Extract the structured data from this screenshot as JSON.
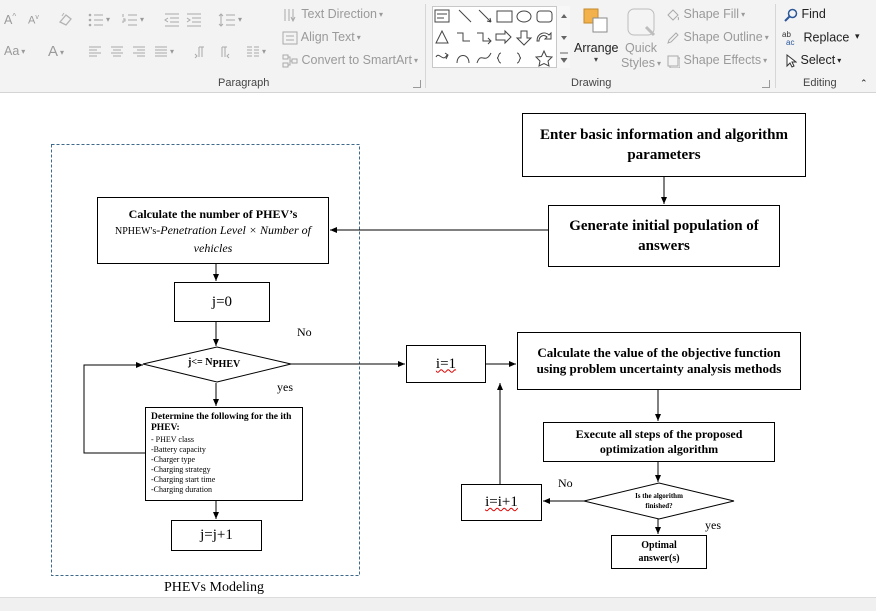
{
  "ribbon": {
    "paragraph": {
      "label": "Paragraph",
      "text_direction": "Text Direction",
      "align_text": "Align Text",
      "convert_smartart": "Convert to SmartArt",
      "font_size_up": "A",
      "font_size_down": "A",
      "change_case": "Aa",
      "font_color": "A"
    },
    "drawing": {
      "label": "Drawing",
      "arrange": "Arrange",
      "quick_styles_1": "Quick",
      "quick_styles_2": "Styles",
      "shape_fill": "Shape Fill",
      "shape_outline": "Shape Outline",
      "shape_effects": "Shape Effects"
    },
    "editing": {
      "label": "Editing",
      "find": "Find",
      "replace": "Replace",
      "select": "Select"
    }
  },
  "flowchart": {
    "group_label": "PHEVs Modeling",
    "enter_info": "Enter basic information and algorithm parameters",
    "generate_pop": "Generate initial population of answers",
    "calc_phev_title": "Calculate the number of PHEV’s",
    "calc_phev_formula_sub": "NPHEW's",
    "calc_phev_formula": "-Penetration Level × Number of vehicles",
    "j0": "j=0",
    "cond_j": "j<= N",
    "cond_j_sub": "PHEV",
    "no_label_1": "No",
    "yes_label_1": "yes",
    "determine_title": "Determine the following for the ith PHEV:",
    "determine_items": [
      "- PHEV class",
      "-Battery capacity",
      "-Charger type",
      "-Charging strategy",
      "-Charging start time",
      "-Charging duration"
    ],
    "jj1": "j=j+1",
    "i1": "i=1",
    "calc_obj": "Calculate the value of the objective function using problem uncertainty analysis methods",
    "execute": "Execute all steps of the proposed optimization algorithm",
    "finished": "Is the algorithm finished?",
    "no_label_2": "No",
    "yes_label_2": "yes",
    "ii1": "i=i+1",
    "optimal": "Optimal answer(s)"
  }
}
